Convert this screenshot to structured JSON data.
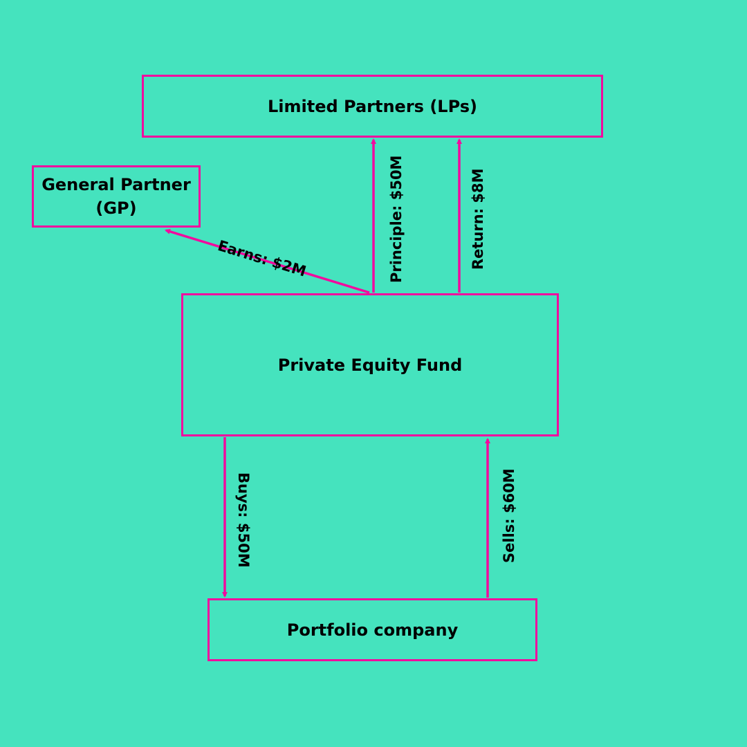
{
  "colors": {
    "background": "#45E3BE",
    "accent": "#F20A9E",
    "text": "#000000"
  },
  "nodes": {
    "lps": "Limited Partners (LPs)",
    "gp_line1": "General Partner",
    "gp_line2": "(GP)",
    "fund": "Private Equity Fund",
    "portfolio": "Portfolio company"
  },
  "edges": {
    "earns": "Earns: $2M",
    "principle": "Principle: $50M",
    "return": "Return: $8M",
    "buys": "Buys: $50M",
    "sells": "Sells: $60M"
  }
}
